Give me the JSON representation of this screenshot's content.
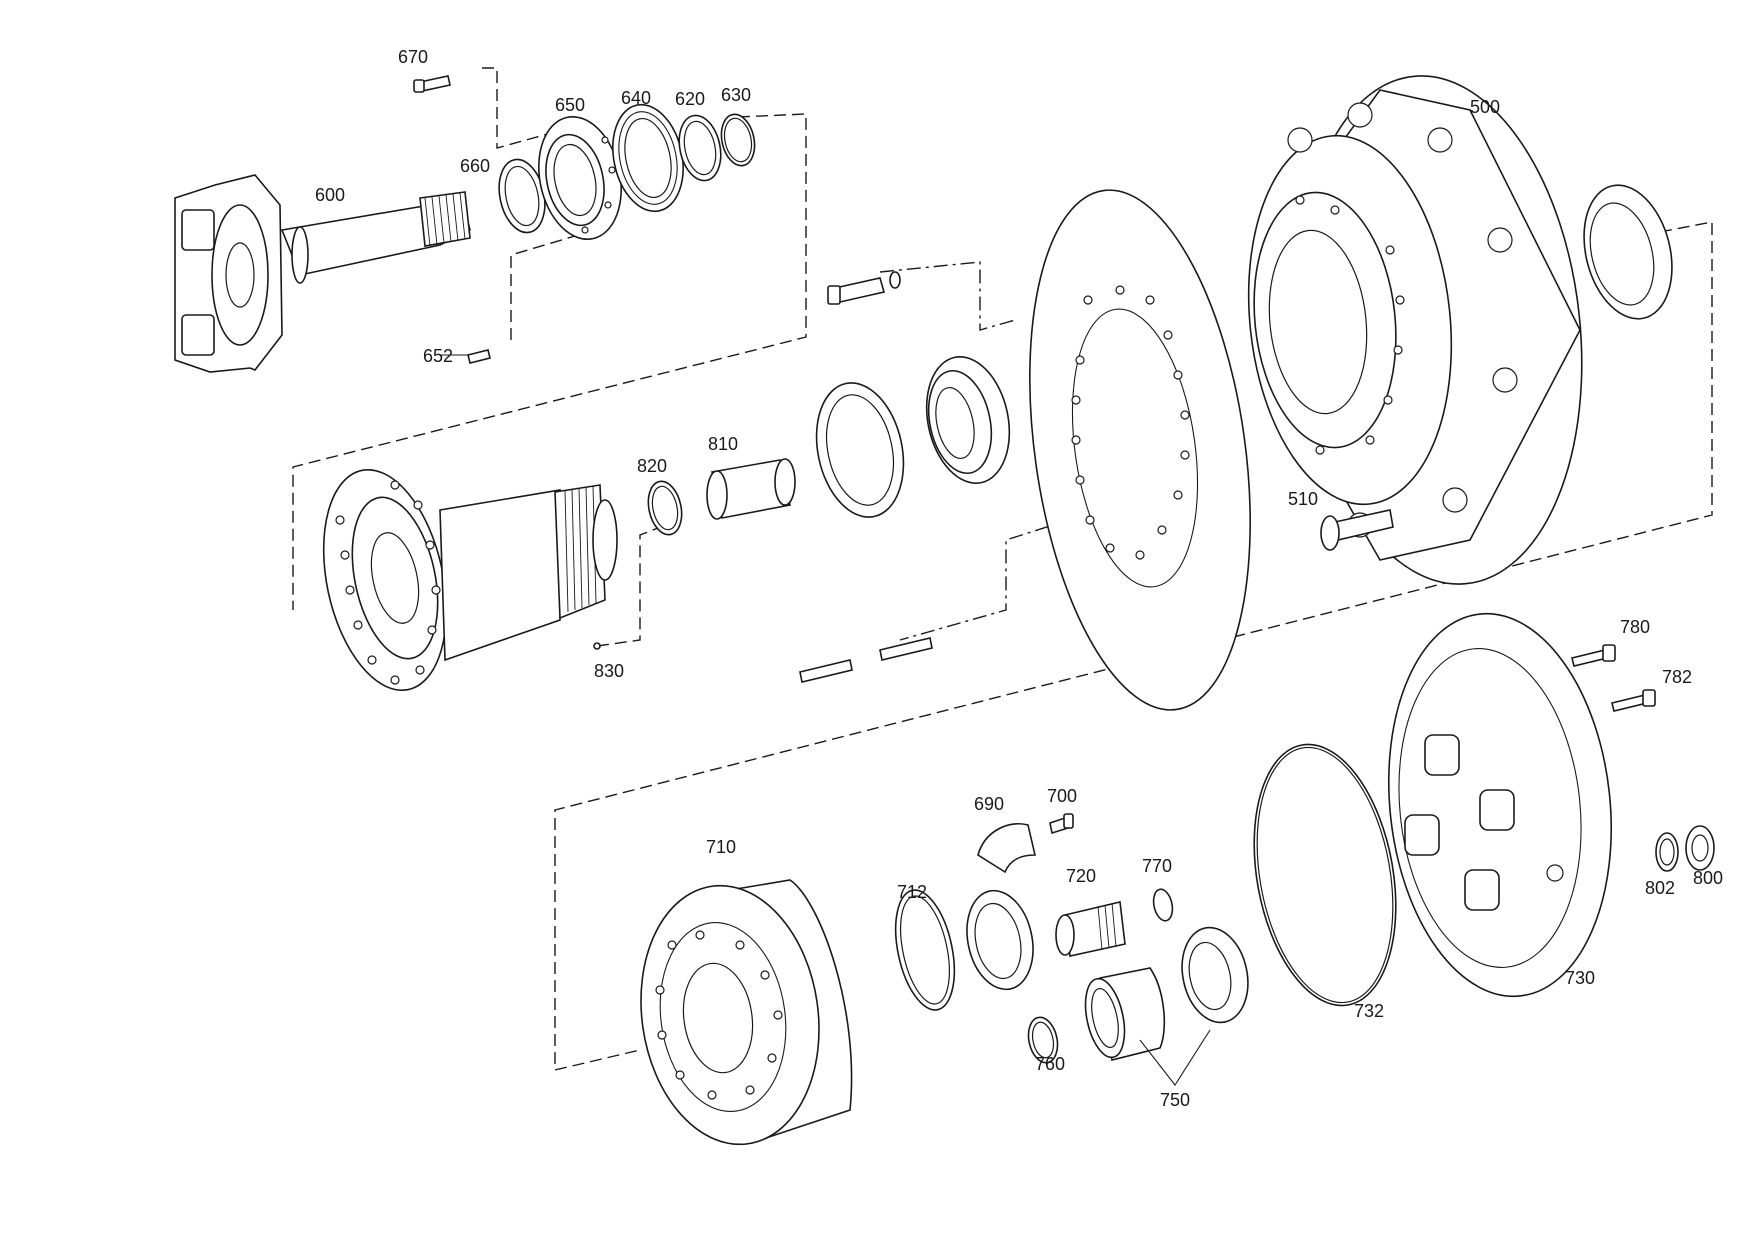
{
  "callouts": {
    "p500": "500",
    "p510": "510",
    "p600": "600",
    "p620": "620",
    "p630": "630",
    "p640": "640",
    "p650": "650",
    "p652": "652",
    "p660": "660",
    "p670": "670",
    "p690": "690",
    "p700": "700",
    "p710": "710",
    "p712": "712",
    "p720": "720",
    "p730": "730",
    "p732": "732",
    "p750": "750",
    "p760": "760",
    "p770": "770",
    "p780": "780",
    "p782": "782",
    "p800": "800",
    "p802": "802",
    "p810": "810",
    "p820": "820",
    "p830": "830"
  }
}
